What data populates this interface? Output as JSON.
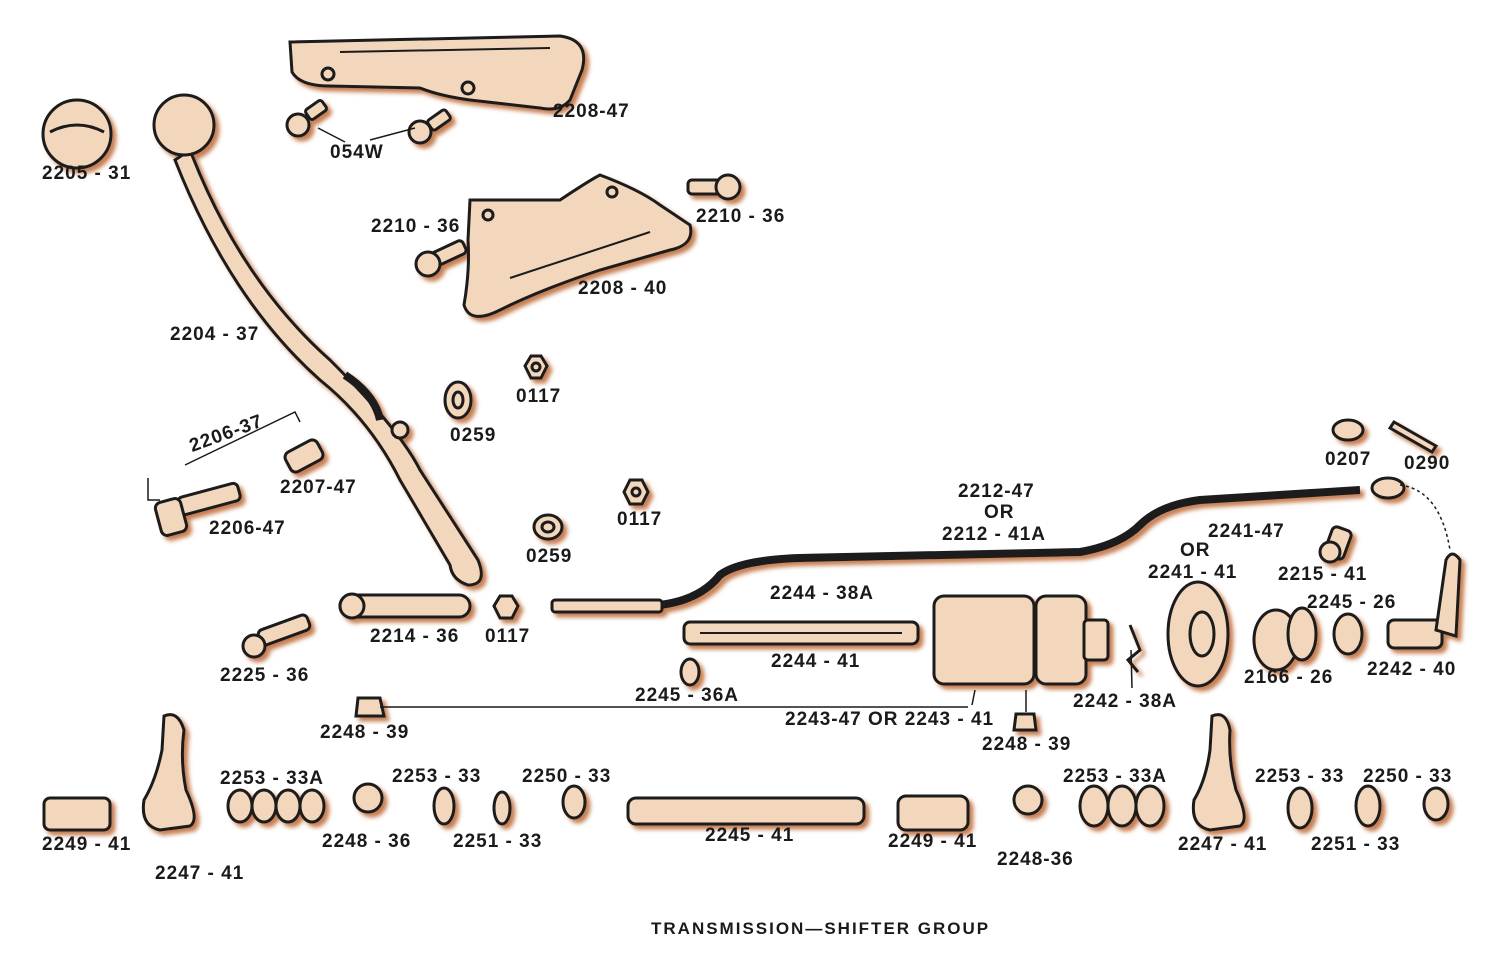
{
  "caption": "TRANSMISSION—SHIFTER GROUP",
  "colors": {
    "part_fill": "#f3d7bd",
    "part_shadow": "#b3541e",
    "outline": "#1a1a1a"
  },
  "labels": [
    {
      "id": "p2208-47-top",
      "text": "2208-47"
    },
    {
      "id": "p054w",
      "text": "054W"
    },
    {
      "id": "p2205-31",
      "text": "2205 - 31"
    },
    {
      "id": "p2210-36-left",
      "text": "2210 - 36"
    },
    {
      "id": "p2210-36-right",
      "text": "2210 - 36"
    },
    {
      "id": "p2208-40",
      "text": "2208 - 40"
    },
    {
      "id": "p2204-37",
      "text": "2204 - 37"
    },
    {
      "id": "p0117-a",
      "text": "0117"
    },
    {
      "id": "p0259-a",
      "text": "0259"
    },
    {
      "id": "p2206-37",
      "text": "2206-37"
    },
    {
      "id": "p2207-47",
      "text": "2207-47"
    },
    {
      "id": "p2206-47",
      "text": "2206-47"
    },
    {
      "id": "p0117-b",
      "text": "0117"
    },
    {
      "id": "p0259-b",
      "text": "0259"
    },
    {
      "id": "p2212-47",
      "text": "2212-47"
    },
    {
      "id": "p2212-or",
      "text": "OR"
    },
    {
      "id": "p2212-41a",
      "text": "2212 - 41A"
    },
    {
      "id": "p0207",
      "text": "0207"
    },
    {
      "id": "p0290",
      "text": "0290"
    },
    {
      "id": "p2241-47",
      "text": "2241-47"
    },
    {
      "id": "p2241-or",
      "text": "OR"
    },
    {
      "id": "p2241-41",
      "text": "2241 - 41"
    },
    {
      "id": "p2215-41",
      "text": "2215 - 41"
    },
    {
      "id": "p2244-38a",
      "text": "2244 - 38A"
    },
    {
      "id": "p2245-26",
      "text": "2245 - 26"
    },
    {
      "id": "p2214-36",
      "text": "2214 - 36"
    },
    {
      "id": "p0117-c",
      "text": "0117"
    },
    {
      "id": "p2244-41",
      "text": "2244 - 41"
    },
    {
      "id": "p2225-36",
      "text": "2225 - 36"
    },
    {
      "id": "p2166-26",
      "text": "2166 - 26"
    },
    {
      "id": "p2242-40",
      "text": "2242 - 40"
    },
    {
      "id": "p2245-36a",
      "text": "2245 - 36A"
    },
    {
      "id": "p2242-38a",
      "text": "2242 - 38A"
    },
    {
      "id": "p2248-39-left",
      "text": "2248 - 39"
    },
    {
      "id": "p2243",
      "text": "2243-47  OR  2243 - 41"
    },
    {
      "id": "p2248-39-right",
      "text": "2248 - 39"
    },
    {
      "id": "p2253-33a-left",
      "text": "2253 - 33A"
    },
    {
      "id": "p2253-33-left",
      "text": "2253 - 33"
    },
    {
      "id": "p2250-33-left",
      "text": "2250 - 33"
    },
    {
      "id": "p2253-33a-right",
      "text": "2253 - 33A"
    },
    {
      "id": "p2253-33-right",
      "text": "2253 - 33"
    },
    {
      "id": "p2250-33-right",
      "text": "2250 - 33"
    },
    {
      "id": "p2249-41-left",
      "text": "2249 - 41"
    },
    {
      "id": "p2248-36-left",
      "text": "2248 - 36"
    },
    {
      "id": "p2251-33-left",
      "text": "2251 - 33"
    },
    {
      "id": "p2245-41",
      "text": "2245 - 41"
    },
    {
      "id": "p2249-41-right",
      "text": "2249 - 41"
    },
    {
      "id": "p2248-36-right",
      "text": "2248-36"
    },
    {
      "id": "p2247-41-right",
      "text": "2247 - 41"
    },
    {
      "id": "p2251-33-right",
      "text": "2251 - 33"
    },
    {
      "id": "p2247-41-left",
      "text": "2247 - 41"
    }
  ]
}
